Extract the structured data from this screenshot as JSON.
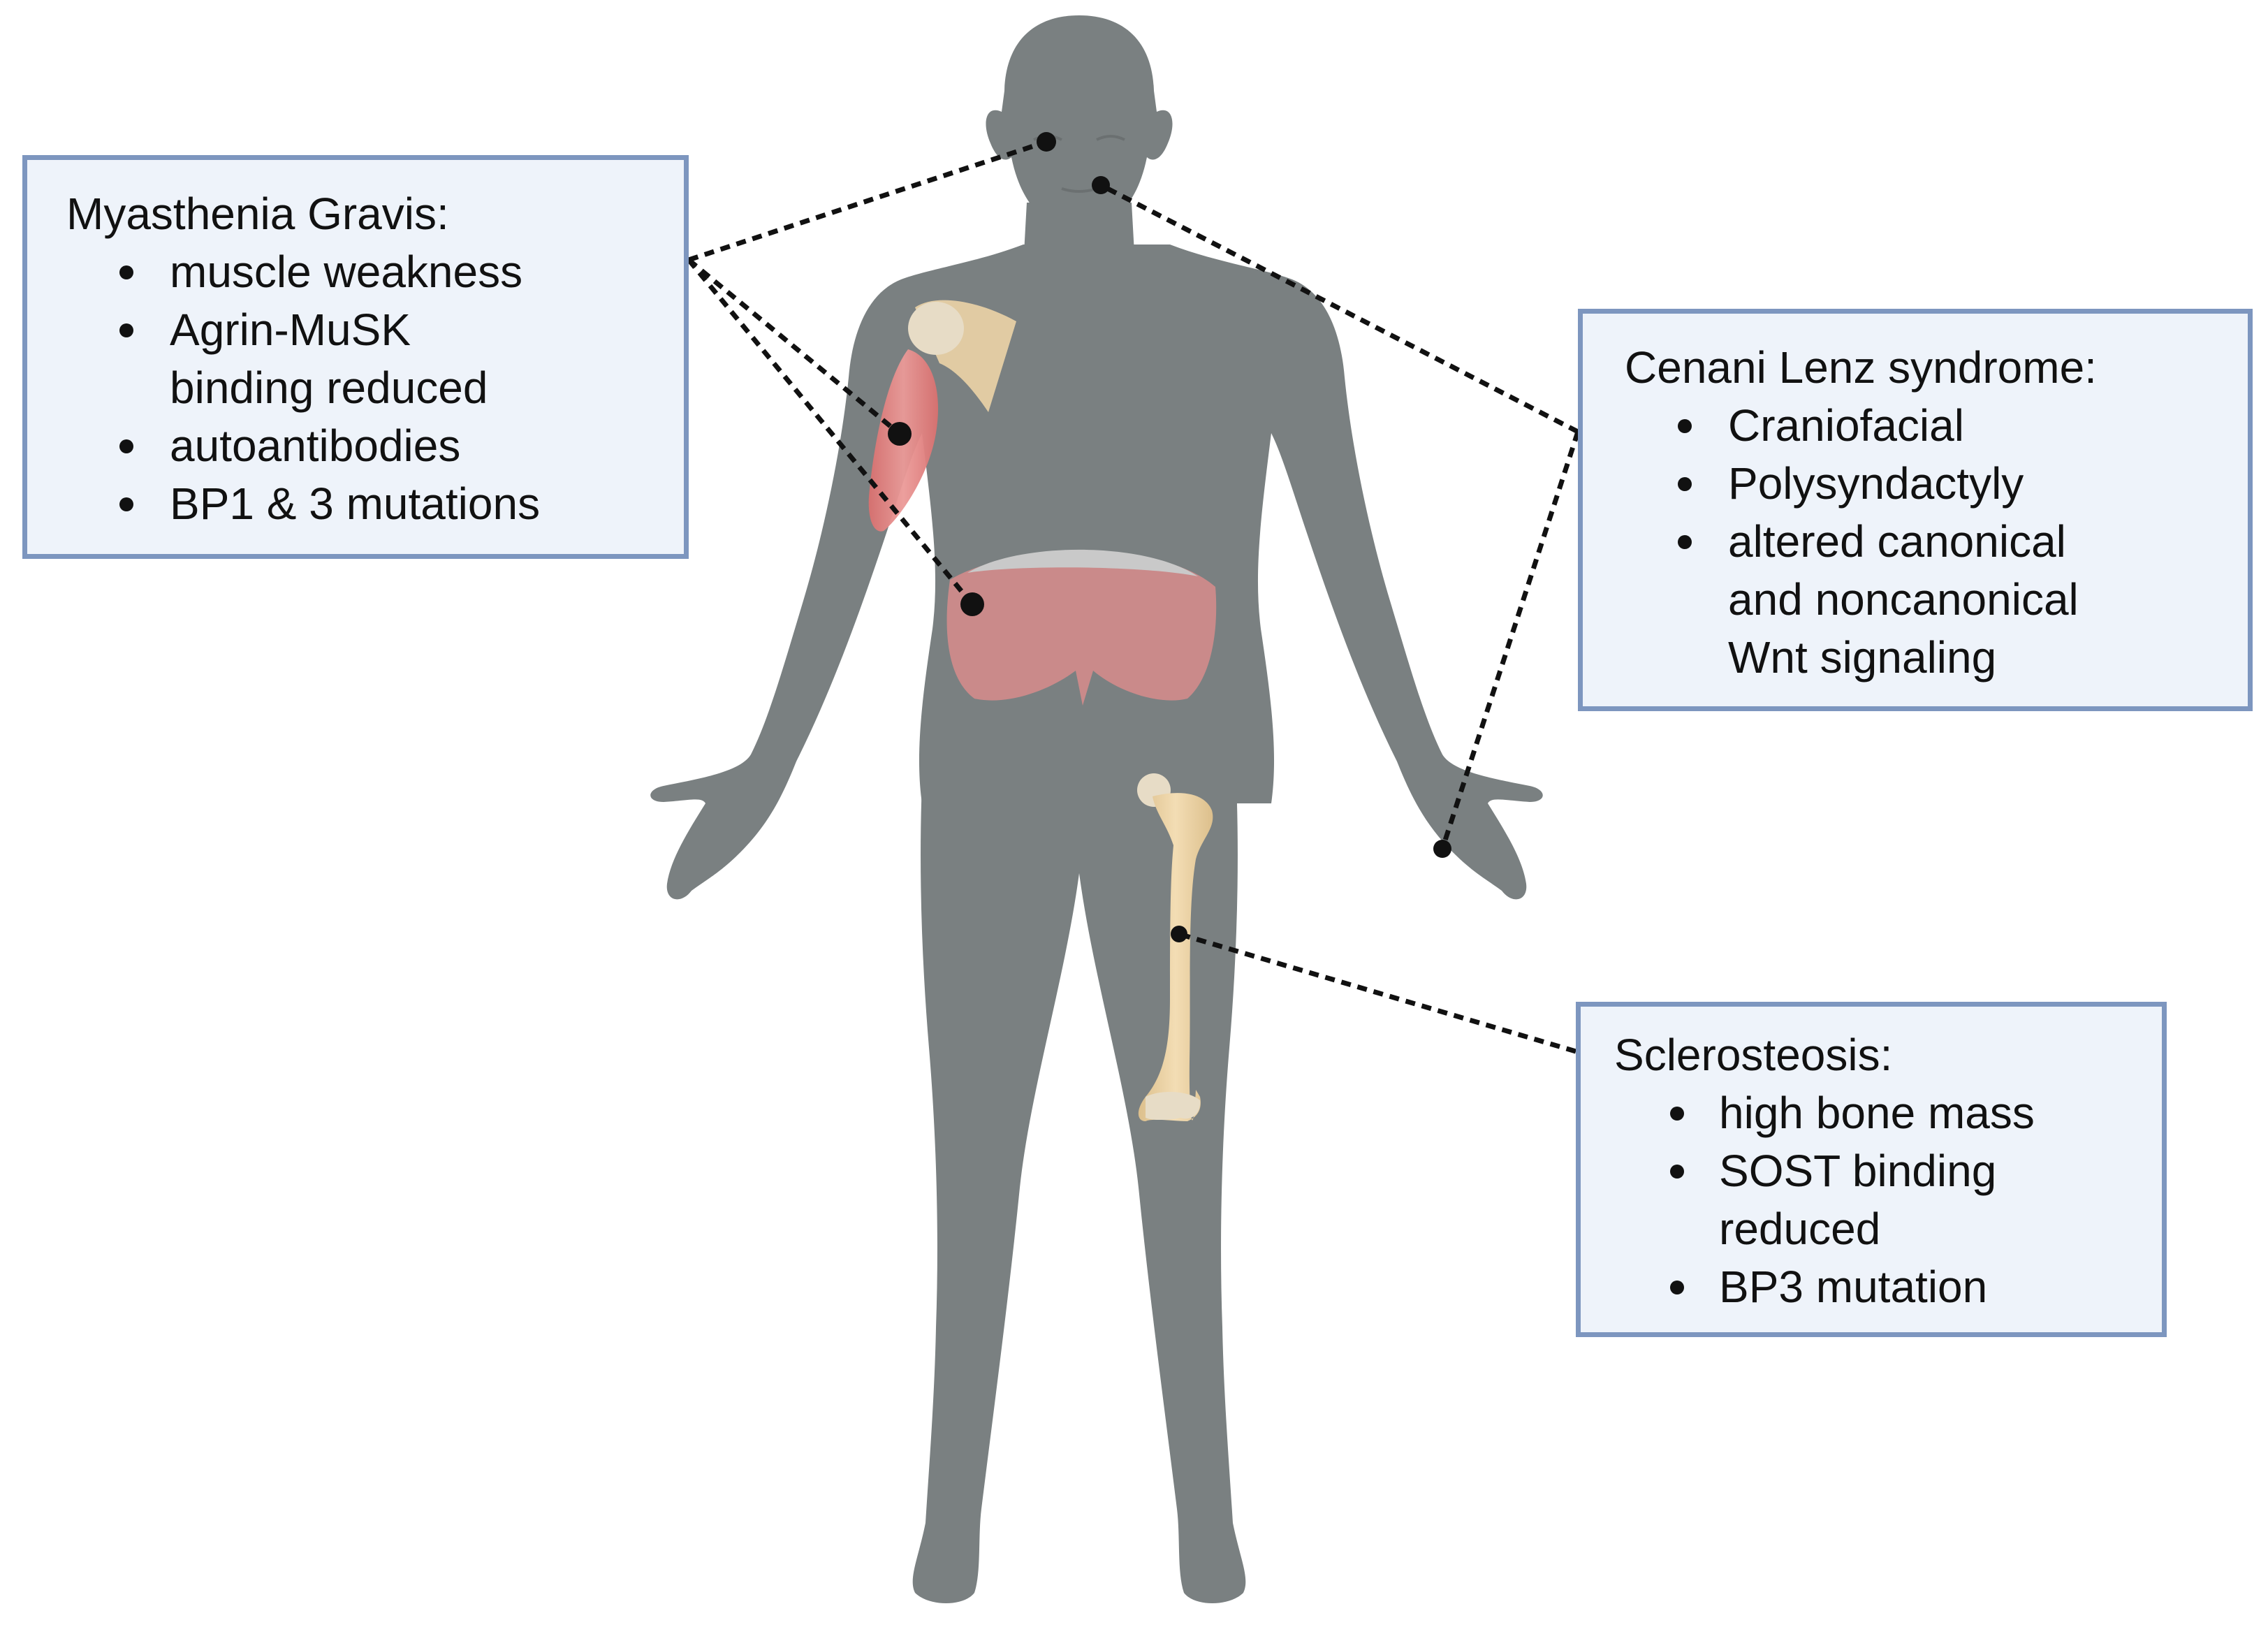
{
  "diagram": {
    "body_color": "#7a8081",
    "muscle_color": "#e08a8a",
    "bone_color": "#ecd3a6",
    "box_fill": "#eef3fa",
    "box_border": "#7d96bf"
  },
  "myasthenia_gravis": {
    "title": "Myasthenia Gravis:",
    "items": [
      "muscle weakness",
      "Agrin-MuSK\nbinding reduced",
      "autoantibodies",
      "BP1 & 3 mutations"
    ]
  },
  "cenani_lenz": {
    "title": "Cenani Lenz syndrome:",
    "items": [
      "Craniofacial",
      "Polysyndactyly",
      "altered canonical\nand noncanonical\nWnt signaling"
    ]
  },
  "sclerosteosis": {
    "title": "Sclerosteosis:",
    "items": [
      "high bone mass",
      "SOST binding\nreduced",
      "BP3 mutation"
    ]
  }
}
